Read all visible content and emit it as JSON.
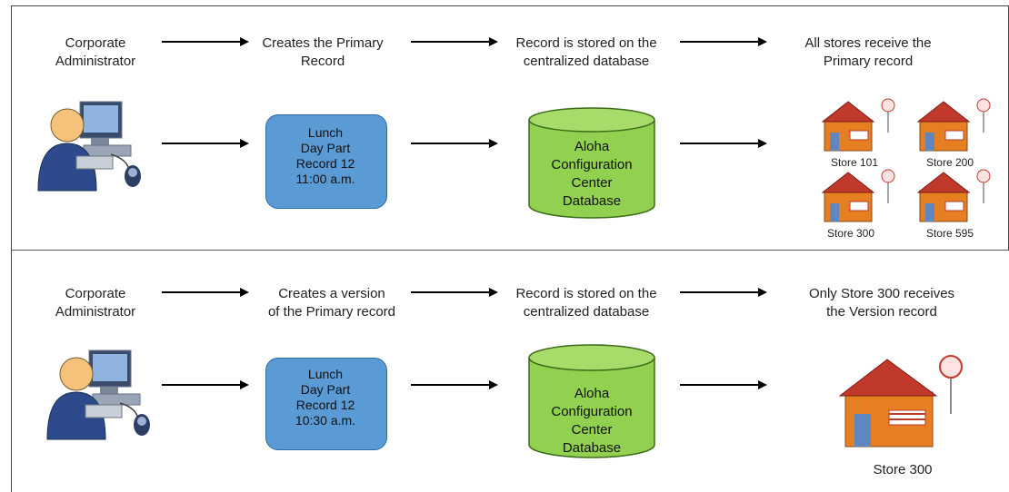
{
  "top": {
    "actor_label": "Corporate\nAdministrator",
    "step2_label": "Creates the Primary\nRecord",
    "step3_label": "Record is stored on the\ncentralized database",
    "step4_label": "All stores receive the\nPrimary record",
    "record_box": "Lunch\nDay Part\nRecord 12\n11:00 a.m.",
    "database": "Aloha\nConfiguration\nCenter\nDatabase",
    "stores": [
      "Store 101",
      "Store 200",
      "Store 300",
      "Store 595"
    ]
  },
  "bottom": {
    "actor_label": "Corporate\nAdministrator",
    "step2_label": "Creates a version\nof the Primary record",
    "step3_label": "Record is stored on the\ncentralized database",
    "step4_label": "Only Store 300 receives\nthe Version record",
    "record_box": "Lunch\nDay Part\nRecord 12\n10:30 a.m.",
    "database": "Aloha\nConfiguration\nCenter\nDatabase",
    "store": "Store 300"
  },
  "colors": {
    "record_box_fill": "#5b9bd5",
    "database_fill": "#92d050",
    "store_roof": "#c0392b",
    "store_wall": "#e67e22"
  },
  "icons": {
    "administrator": "person-at-computer-icon",
    "store": "storefront-icon"
  }
}
